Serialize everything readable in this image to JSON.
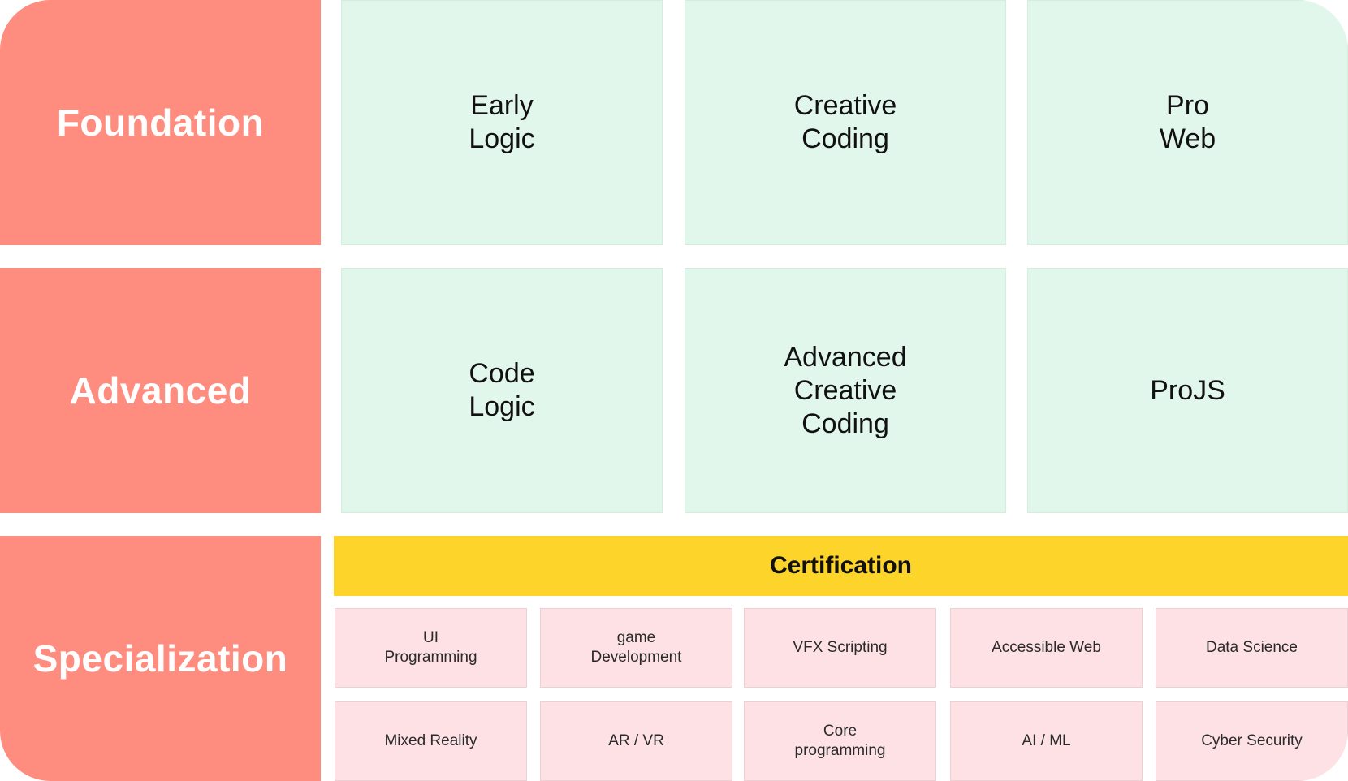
{
  "colors": {
    "level_bg": "#ff8d7f",
    "course_bg": "#e2f7eb",
    "certification_bg": "#fdd42a",
    "specialization_bg": "#fde1e4"
  },
  "levels": [
    {
      "label": "Foundation"
    },
    {
      "label": "Advanced"
    },
    {
      "label": "Specialization"
    }
  ],
  "courses": {
    "foundation": [
      {
        "label": "Early\nLogic"
      },
      {
        "label": "Creative\nCoding"
      },
      {
        "label": "Pro\nWeb"
      }
    ],
    "advanced": [
      {
        "label": "Code\nLogic"
      },
      {
        "label": "Advanced\nCreative\nCoding"
      },
      {
        "label": "ProJS"
      }
    ]
  },
  "certification": {
    "label": "Certification"
  },
  "specializations": [
    {
      "label": "UI\nProgramming"
    },
    {
      "label": "game\nDevelopment"
    },
    {
      "label": "VFX Scripting"
    },
    {
      "label": "Accessible Web"
    },
    {
      "label": "Data Science"
    },
    {
      "label": "Mixed Reality"
    },
    {
      "label": "AR / VR"
    },
    {
      "label": "Core\nprogramming"
    },
    {
      "label": "AI / ML"
    },
    {
      "label": "Cyber Security"
    }
  ]
}
